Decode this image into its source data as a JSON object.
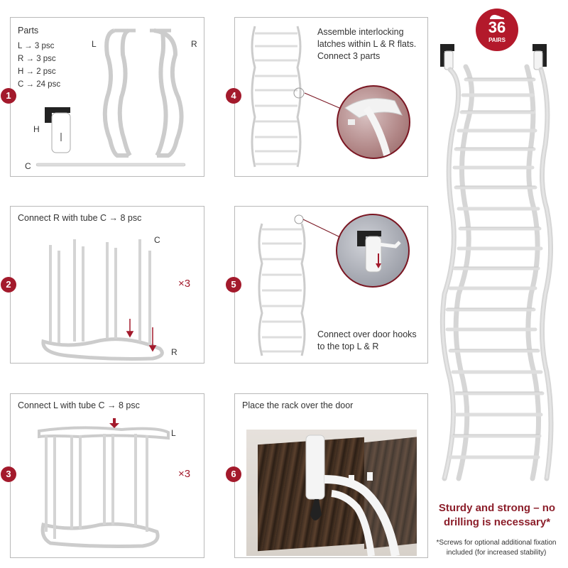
{
  "steps": [
    {
      "number": "1",
      "title": "Parts",
      "parts": [
        "L → 3 psc",
        "R → 3 psc",
        "H → 2 psc",
        "C → 24 psc"
      ],
      "labels": {
        "l": "L",
        "r": "R",
        "h": "H",
        "c": "C"
      }
    },
    {
      "number": "2",
      "title": "Connect R with tube C → 8 psc",
      "multiplier": "×3",
      "labels": {
        "c": "C",
        "r": "R"
      }
    },
    {
      "number": "3",
      "title": "Connect L with tube C → 8 psc",
      "multiplier": "×3",
      "labels": {
        "l": "L"
      }
    },
    {
      "number": "4",
      "text": "Assemble interlocking latches within L & R flats. Connect 3 parts"
    },
    {
      "number": "5",
      "text": "Connect over door hooks to the top L & R"
    },
    {
      "number": "6",
      "title": "Place the rack over the door"
    }
  ],
  "pairs_badge": {
    "number": "36",
    "unit": "PAIRS"
  },
  "footer": {
    "headline": "Sturdy and strong – no drilling is necessary*",
    "note": "*Screws for optional additional fixation included (for increased stability)"
  },
  "colors": {
    "accent": "#a31a2c",
    "border": "#b9b9b9",
    "rack": "#ffffff"
  }
}
